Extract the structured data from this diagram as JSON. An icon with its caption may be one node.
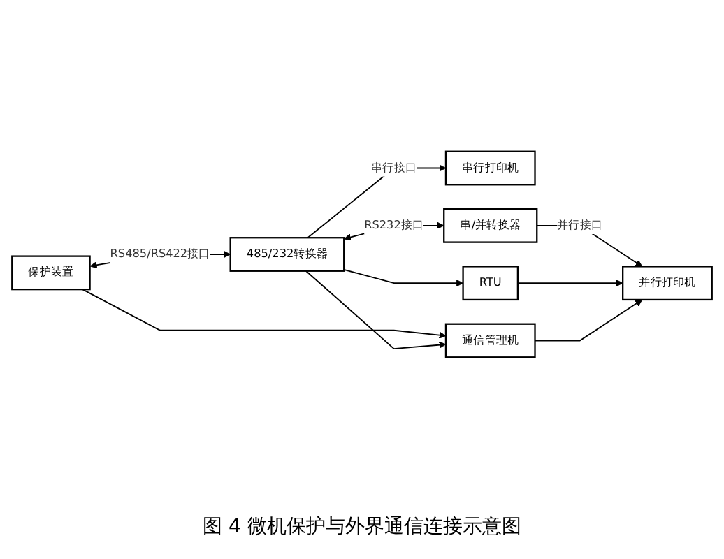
{
  "diagram": {
    "caption": "图 4 微机保护与外界通信连接示意图",
    "nodes": [
      {
        "text": [
          "保护装置"
        ]
      },
      {
        "text": [
          "485/232转换器"
        ]
      },
      {
        "text": [
          "串行打印机"
        ]
      },
      {
        "text": [
          "串/并转换器"
        ]
      },
      {
        "text": [
          "并行打印机"
        ]
      },
      {
        "text": [
          "通信管理机"
        ]
      },
      {
        "text": [
          "RTU"
        ]
      }
    ],
    "edges": [
      {
        "from": 0,
        "to": 1,
        "arrow": "both",
        "label": "RS485/RS422接口"
      },
      {
        "from": 1,
        "to": 2,
        "arrow": "to",
        "label": "串行接口"
      },
      {
        "from": 1,
        "to": 3,
        "arrow": "both",
        "label": "RS232接口"
      },
      {
        "from": 3,
        "to": 4,
        "arrow": "to",
        "label": "并行接口"
      },
      {
        "from": 0,
        "to": 5,
        "arrow": "to"
      },
      {
        "from": 1,
        "to": 5,
        "arrow": "to"
      },
      {
        "from": 1,
        "to": 6,
        "arrow": "to"
      },
      {
        "from": 6,
        "to": 4,
        "arrow": "to"
      },
      {
        "from": 5,
        "to": 4,
        "arrow": "to"
      }
    ]
  }
}
